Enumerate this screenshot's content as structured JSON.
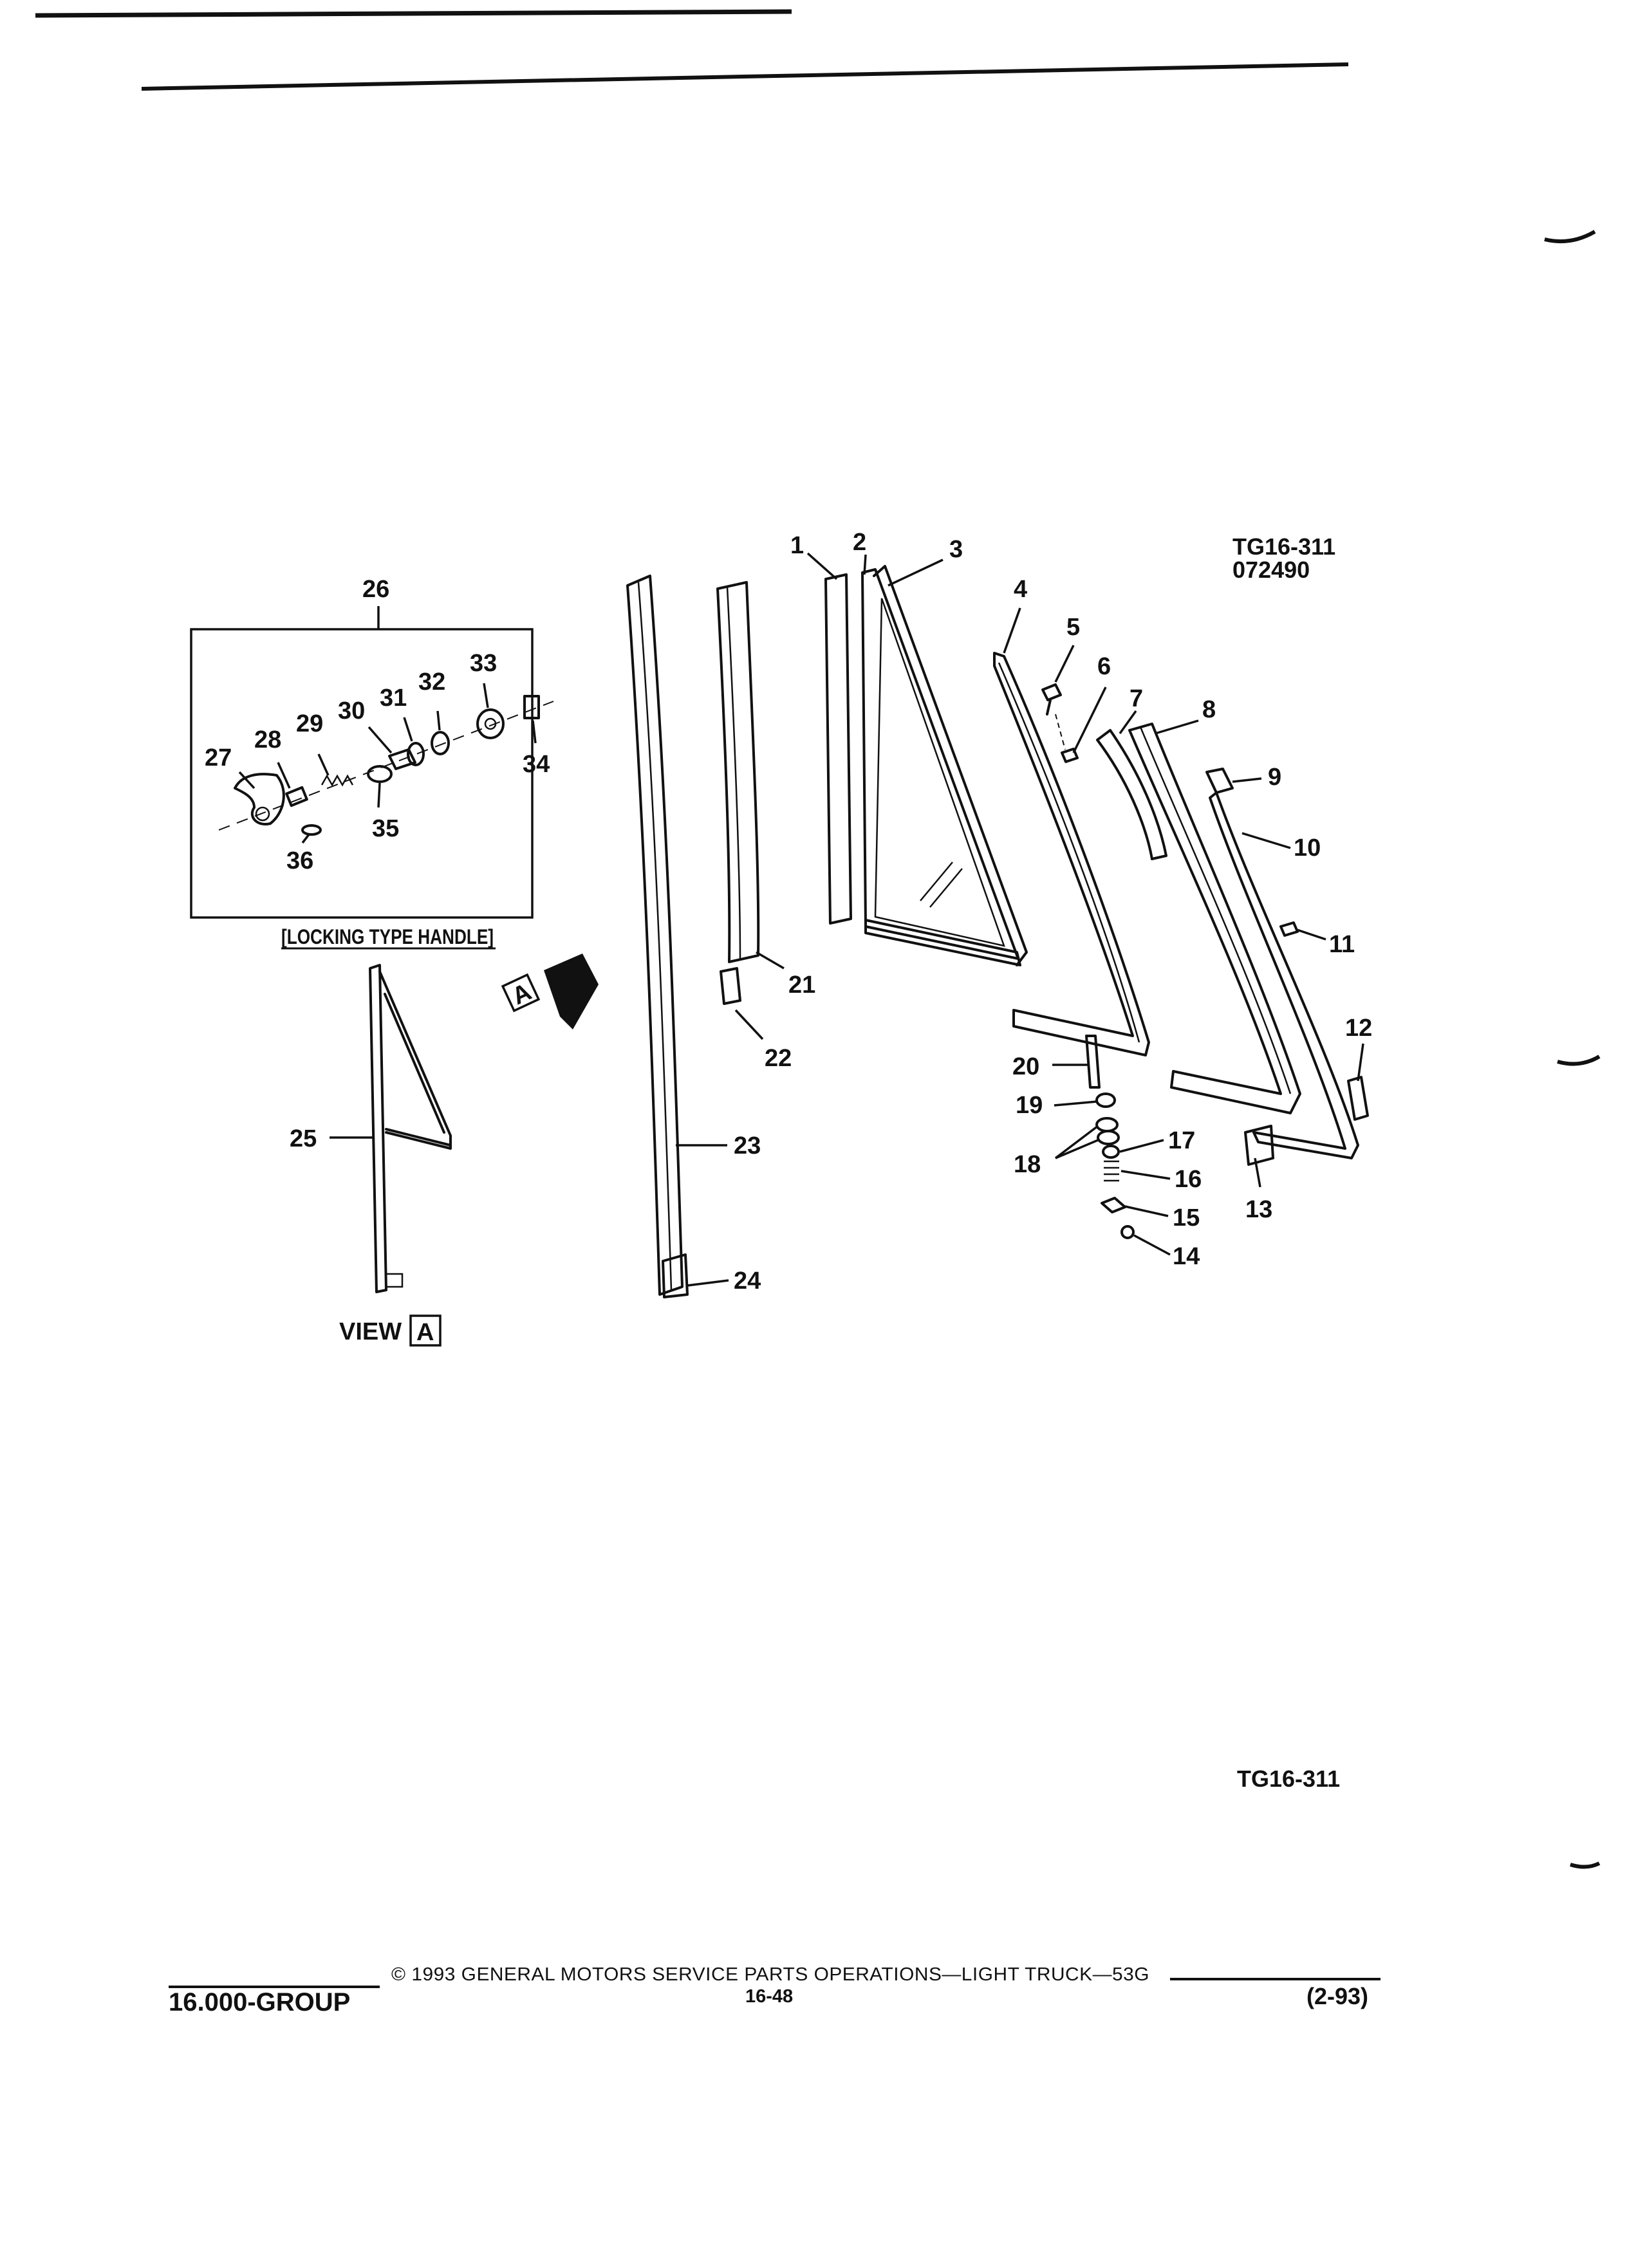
{
  "header": {
    "drawing_code": "TG16-311",
    "drawing_date": "072490"
  },
  "inset": {
    "caption": "[LOCKING TYPE HANDLE]"
  },
  "view": {
    "view_label": "VIEW",
    "marker_letter": "A"
  },
  "callouts": [
    "1",
    "2",
    "3",
    "4",
    "5",
    "6",
    "7",
    "8",
    "9",
    "10",
    "11",
    "12",
    "13",
    "14",
    "15",
    "16",
    "17",
    "18",
    "19",
    "20",
    "21",
    "22",
    "23",
    "24",
    "25",
    "26",
    "27",
    "28",
    "29",
    "30",
    "31",
    "32",
    "33",
    "34",
    "35",
    "36"
  ],
  "lower_code": "TG16-311",
  "footer": {
    "copyright": "© 1993 GENERAL MOTORS SERVICE PARTS OPERATIONS—LIGHT TRUCK—53G",
    "group": "16.000-GROUP",
    "page_number": "16-48",
    "revision": "(2-93)"
  }
}
